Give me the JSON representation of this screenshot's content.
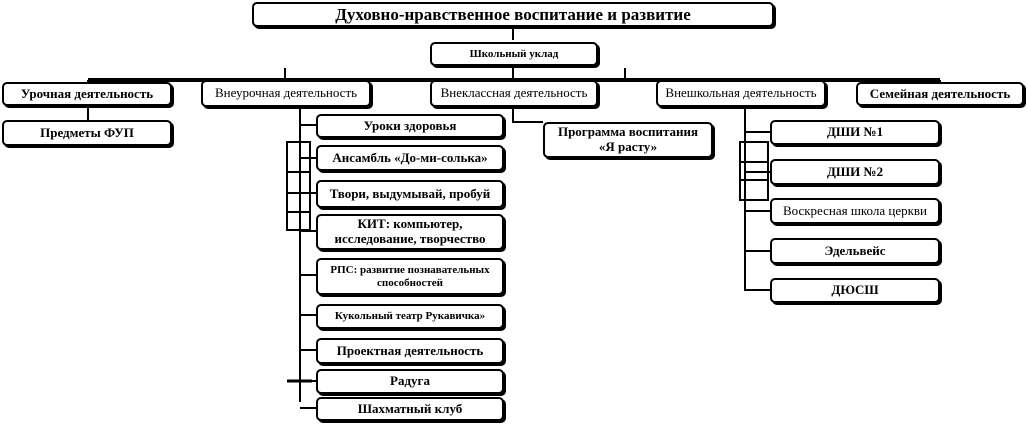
{
  "title": "Духовно-нравственное воспитание и развитие",
  "school": "Школьный уклад",
  "categories": {
    "lesson": "Урочная деятельность",
    "extracurricular": "Внеурочная деятельность",
    "outofclass": "Внеклассная деятельность",
    "outofschool": "Внешкольная деятельность",
    "family": "Семейная деятельность"
  },
  "lesson_items": [
    "Предметы ФУП"
  ],
  "extracurricular_items": [
    "Уроки здоровья",
    "Ансамбль «До-ми-солька»",
    "Твори, выдумывай, пробуй",
    "КИТ: компьютер, исследование, творчество",
    "РПС: развитие познавательных способностей",
    "Кукольный театр Рукавичка»",
    "Проектная деятельность",
    "Радуга",
    "Шахматный клуб"
  ],
  "outofclass_items": [
    "Программа воспитания «Я расту»"
  ],
  "outofschool_items": [
    "ДШИ №1",
    "ДШИ №2",
    "Воскресная школа церкви",
    "Эдельвейс",
    "ДЮСШ"
  ]
}
